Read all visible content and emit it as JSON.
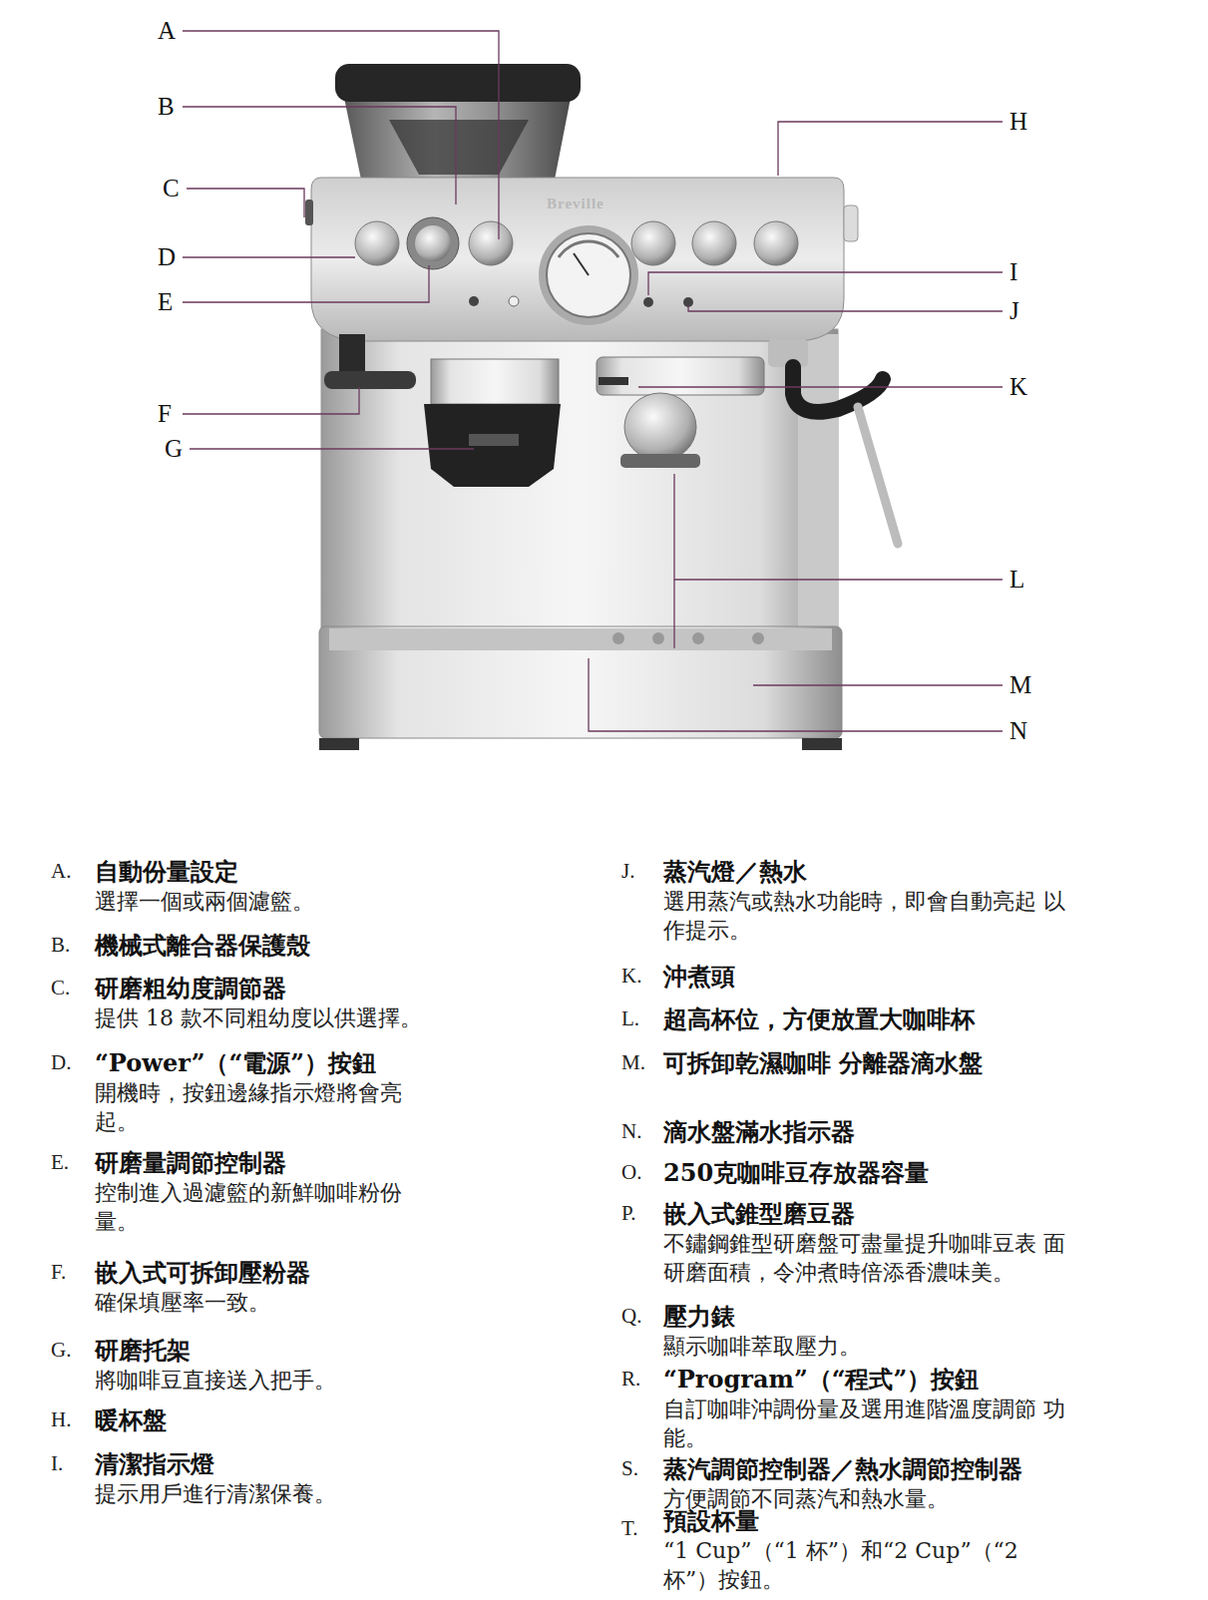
{
  "diagram": {
    "labels": [
      "A",
      "B",
      "C",
      "D",
      "E",
      "F",
      "G",
      "H",
      "I",
      "J",
      "K",
      "L",
      "M",
      "N",
      "Breville",
      "A.",
      "自動份量設定",
      "選擇一個或兩個濾籃。",
      "B.",
      "機械式離合器保護殼",
      "C.",
      "研磨粗幼度調節器",
      "提供 18 款不同粗幼度以供選擇。",
      "D.",
      "“Power”（“電源”）按鈕",
      "開機時，按鈕邊緣指示燈將會亮 起。",
      "E.",
      "研磨量調節控制器",
      "控制進入過濾籃的新鮮咖啡粉份 量。",
      "F.",
      "嵌入式可拆卸壓粉器",
      "確保填壓率一致。",
      "G.",
      "研磨托架",
      "將咖啡豆直接送入把手。",
      "H.",
      "暖杯盤",
      "I.",
      "清潔指示燈",
      "提示用戶進行清潔保養。",
      "J.",
      "蒸汽燈／熱水",
      "選用蒸汽或熱水功能時，即會自動亮起 以作提示。",
      "K.",
      "沖煮頭",
      "L.",
      "超高杯位，方便放置大咖啡杯",
      "M.",
      "可拆卸乾濕咖啡 分離器滴水盤",
      "N.",
      "滴水盤滿水指示器",
      "O.",
      "250克咖啡豆存放器容量",
      "P.",
      "嵌入式錐型磨豆器",
      "不鏽鋼錐型研磨盤可盡量提升咖啡豆表 面研磨面積，令沖煮時倍添香濃味美。",
      "Q.",
      "壓力錶",
      "顯示咖啡萃取壓力。",
      "R.",
      "“Program”（“程式”）按鈕",
      "自訂咖啡沖調份量及選用進階溫度調節 功能。",
      "S.",
      "蒸汽調節控制器／熱水調節控制器",
      "方便調節不同蒸汽和熱水量。",
      "T.",
      "預設杯量",
      "“1 Cup”（“1 杯”）和“2 Cup”（“2 杯”）按鈕。"
    ]
  }
}
